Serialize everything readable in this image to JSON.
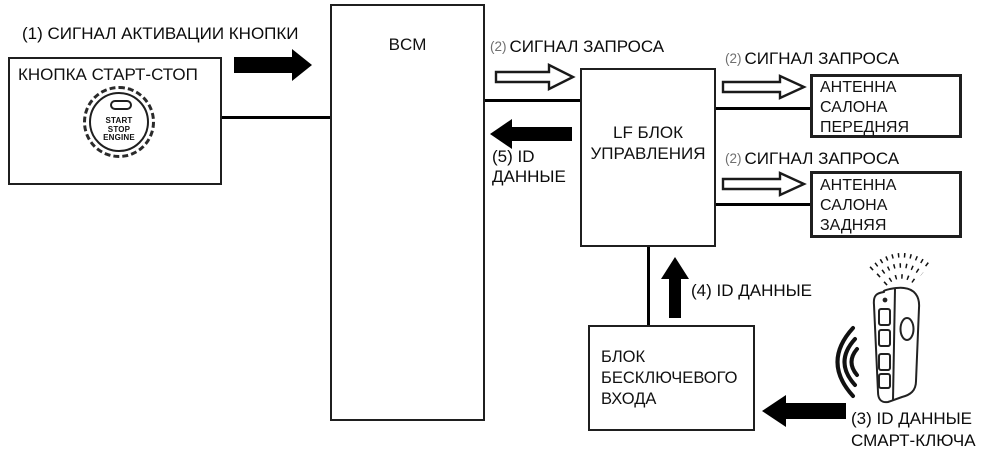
{
  "labels": {
    "activation": "(1) СИГНАЛ АКТИВАЦИИ КНОПКИ",
    "request_num": "(2)",
    "request": "СИГНАЛ ЗАПРОСА",
    "id_smart_1": "(3) ID ДАННЫЕ",
    "id_smart_2": "СМАРТ-КЛЮЧА",
    "id_data_4": "(4) ID ДАННЫЕ",
    "id_data_5_1": "(5) ID",
    "id_data_5_2": "ДАННЫЕ"
  },
  "boxes": {
    "start_stop_title": "КНОПКА СТАРТ-СТОП",
    "start_button": [
      "START",
      "STOP",
      "ENGINE"
    ],
    "bcm": "BCM",
    "lf": [
      "LF БЛОК",
      "УПРАВЛЕНИЯ"
    ],
    "antenna_front": [
      "АНТЕННА",
      "САЛОНА",
      "ПЕРЕДНЯЯ"
    ],
    "antenna_rear": [
      "АНТЕННА",
      "САЛОНА",
      "ЗАДНЯЯ"
    ],
    "keyless": [
      "БЛОК",
      "БЕСКЛЮЧЕВОГО",
      "ВХОДА"
    ]
  },
  "colors": {
    "line": "#000000",
    "border": "#1f1f1f",
    "number_gray": "#6f6f6f",
    "background": "#ffffff"
  }
}
